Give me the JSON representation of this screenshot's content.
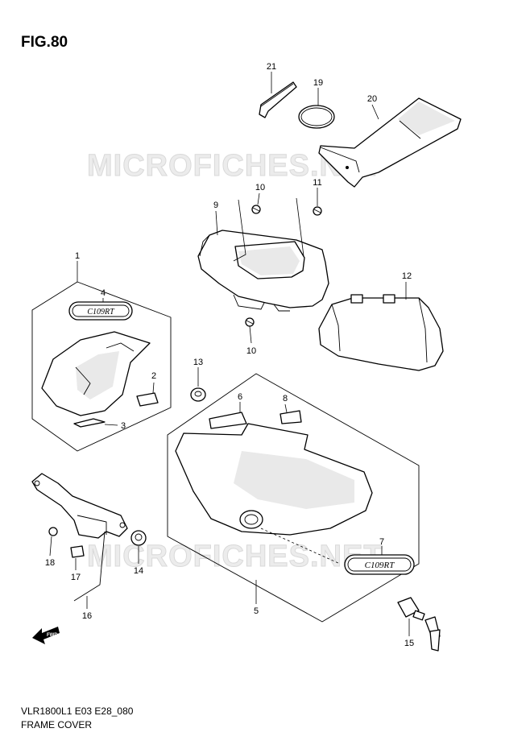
{
  "figure": {
    "title": "FIG.80",
    "model_code": "VLR1800L1 E03 E28_080",
    "section_name": "FRAME COVER",
    "watermark": "MICROFICHES.NET",
    "badge_text": "C109RT",
    "direction_label": "FWD"
  },
  "callouts": [
    "21",
    "19",
    "20",
    "10",
    "11",
    "9",
    "1",
    "4",
    "12",
    "10",
    "13",
    "2",
    "6",
    "8",
    "3",
    "7",
    "5",
    "18",
    "17",
    "14",
    "16",
    "15"
  ]
}
